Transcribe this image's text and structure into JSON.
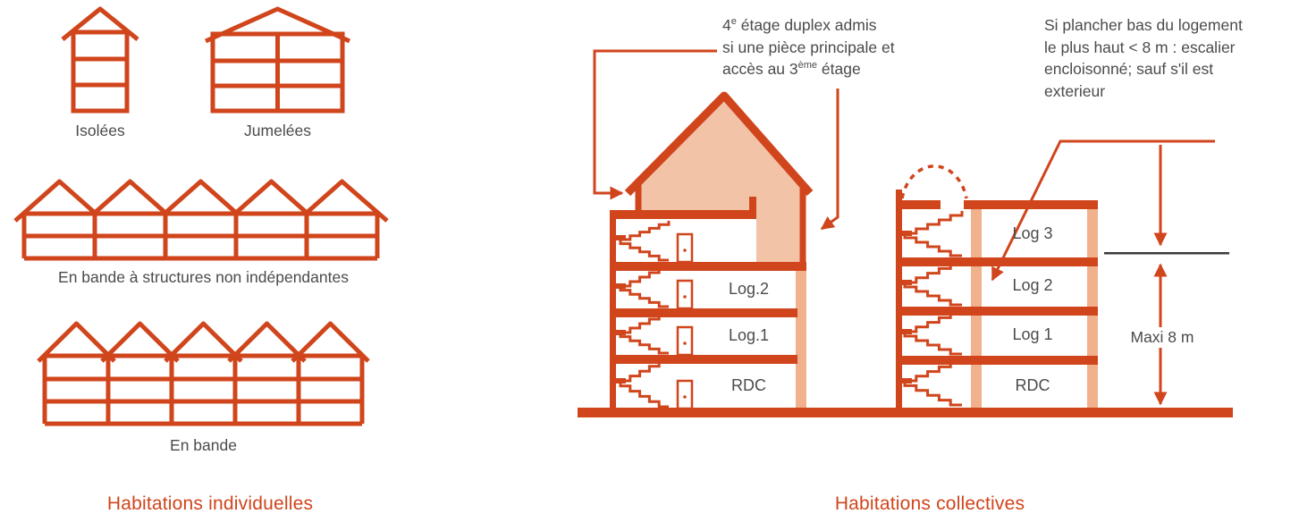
{
  "colors": {
    "accent": "#d0451c",
    "duplex_fill": "#f2c3a7",
    "column_fill": "#f0b18c",
    "text": "#4b4b4b",
    "measure_line": "#3c3c3c"
  },
  "individual": {
    "title": "Habitations individuelles",
    "types": [
      {
        "label": "Isolées"
      },
      {
        "label": "Jumelées"
      },
      {
        "label": "En bande à structures non indépendantes"
      },
      {
        "label": "En bande"
      }
    ]
  },
  "collective": {
    "title": "Habitations collectives",
    "duplex_note": {
      "l1_pre": "4",
      "l1_sup": "e",
      "l1_post": " étage duplex admis",
      "l2": "si une pièce principale et",
      "l3_pre": "accès au 3",
      "l3_sup": "ème",
      "l3_post": " étage"
    },
    "stair_note": {
      "lines": [
        "Si plancher bas du logement",
        "le plus haut < 8 m : escalier",
        "encloisonné; sauf s'il est",
        "exterieur"
      ]
    },
    "measure_label": "Maxi 8 m",
    "left_building_floors": [
      "Log.2",
      "Log.1",
      "RDC"
    ],
    "right_building_floors": [
      "Log 3",
      "Log 2",
      "Log 1",
      "RDC"
    ]
  }
}
